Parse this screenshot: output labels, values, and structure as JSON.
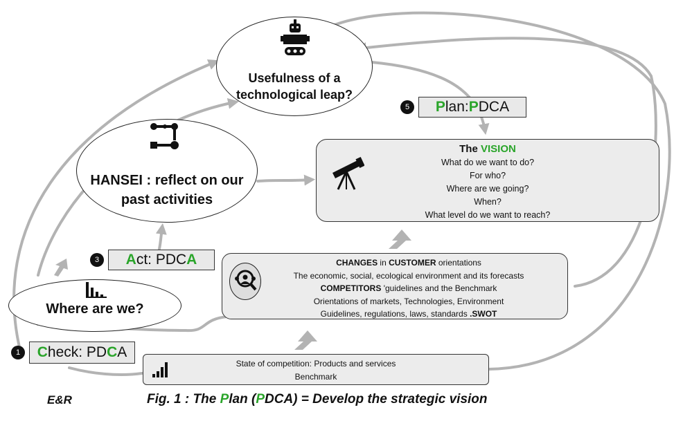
{
  "nodes": {
    "leap": {
      "text": "Usefulness of a technological leap?"
    },
    "hansei": {
      "text": "HANSEI : reflect on our past activities"
    },
    "where": {
      "text": "Where are we?"
    }
  },
  "tags": {
    "plan": {
      "num": "5",
      "first": "P",
      "rest": "lan: ",
      "p": "P",
      "dca": "DCA"
    },
    "act": {
      "num": "3",
      "first": "A",
      "rest": "ct: PDC",
      "last": "A"
    },
    "check": {
      "num": "1",
      "first": "C",
      "rest": "heck: PD",
      "c": "C",
      "a": "A"
    }
  },
  "vision": {
    "title_plain": "The ",
    "title_green": "VISION",
    "lines": [
      "What do we want to do?",
      "For who?",
      "Where are we going?",
      "When?",
      "What level do we want to reach?"
    ]
  },
  "changes": {
    "l1_a": "CHANGES",
    "l1_b": " in ",
    "l1_c": "CUSTOMER",
    "l1_d": " orientations",
    "l2": "The economic, social, ecological environment and its forecasts",
    "l3_a": "COMPETITORS",
    "l3_b": " 'guidelines and the Benchmark",
    "l4": "Orientations of markets, Technologies, Environment",
    "l5_a": "Guidelines, regulations, laws, standards ",
    "l5_b": ".SWOT"
  },
  "state": {
    "l1": "State of competition: Products and services",
    "l2": "Benchmark"
  },
  "footer": {
    "author": "E&R",
    "caption_a": "Fig. 1 : The ",
    "caption_p1": "P",
    "caption_b": "lan (",
    "caption_p2": "P",
    "caption_c": "DCA) = Develop the strategic vision"
  },
  "icons": [
    "robot-icon",
    "workflow-icon",
    "telescope-icon",
    "bar-chart-icon",
    "team-search-icon",
    "signal-bars-icon"
  ],
  "colors": {
    "accent_green": "#2aa52a",
    "arrow_gray": "#b3b3b3",
    "box_fill": "#ececec"
  }
}
